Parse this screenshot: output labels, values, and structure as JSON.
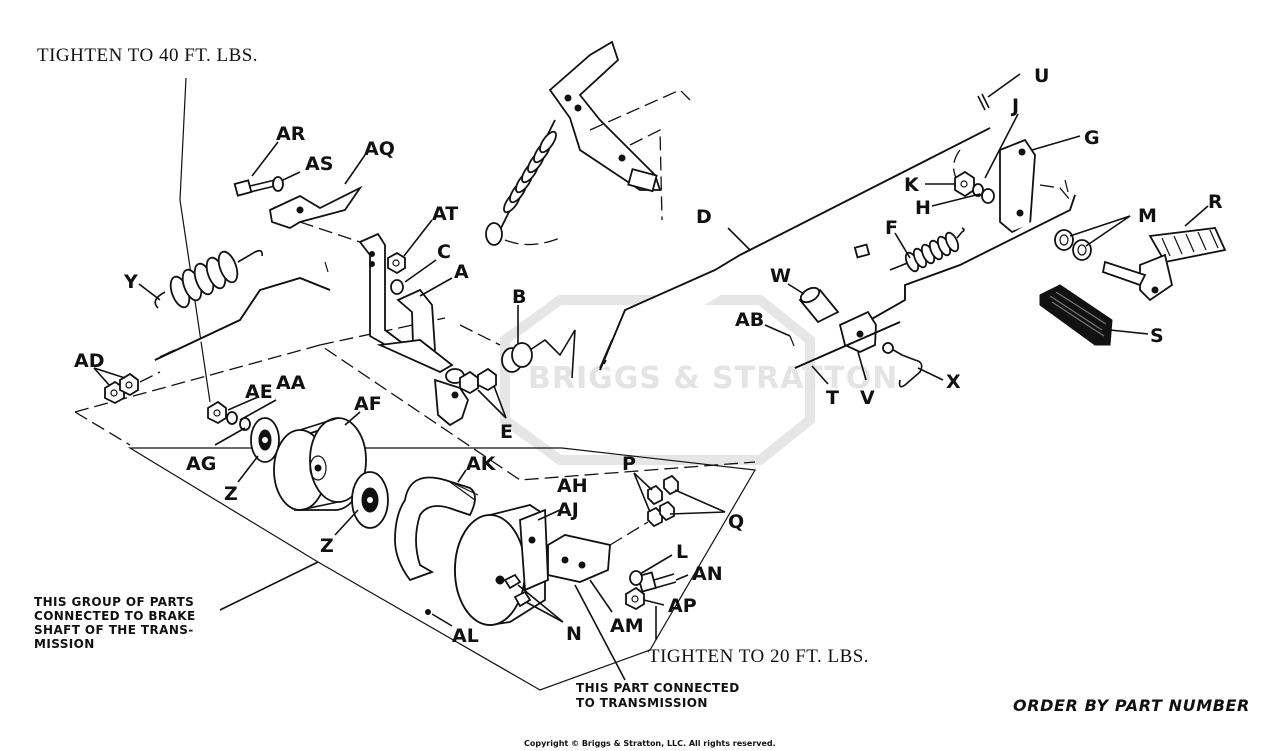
{
  "notes": {
    "torque_top": "TIGHTEN TO 40 FT. LBS.",
    "torque_bottom": "TIGHTEN TO 20 FT. LBS.",
    "group_note": [
      "THIS GROUP OF PARTS",
      "CONNECTED TO BRAKE",
      "SHAFT OF THE TRANS-",
      "MISSION"
    ],
    "trans_note": [
      "THIS PART CONNECTED",
      "TO TRANSMISSION"
    ],
    "order": "ORDER BY PART NUMBER",
    "copyright": "Copyright © Briggs & Stratton, LLC. All rights reserved.",
    "watermark": "BRIGGS & STRATTON"
  },
  "labels": {
    "U": "U",
    "G": "G",
    "J": "J",
    "K": "K",
    "H": "H",
    "M": "M",
    "R": "R",
    "D": "D",
    "F": "F",
    "W": "W",
    "AB": "AB",
    "S": "S",
    "X": "X",
    "T": "T",
    "V": "V",
    "AR": "AR",
    "AS": "AS",
    "AQ": "AQ",
    "AT": "AT",
    "C": "C",
    "A": "A",
    "B": "B",
    "Y": "Y",
    "AD": "AD",
    "AE": "AE",
    "AA": "AA",
    "AF": "AF",
    "E": "E",
    "AG": "AG",
    "Z1": "Z",
    "Z2": "Z",
    "AK": "AK",
    "P": "P",
    "Q": "Q",
    "AH": "AH",
    "AJ": "AJ",
    "L": "L",
    "AN": "AN",
    "AP": "AP",
    "AM": "AM",
    "N": "N",
    "AL": "AL"
  }
}
